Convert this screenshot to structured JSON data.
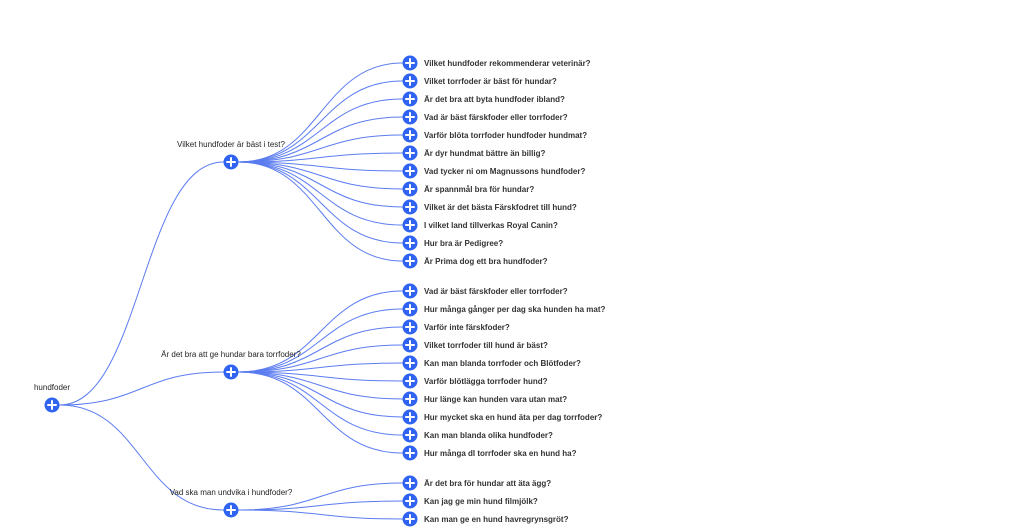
{
  "tree": {
    "root": {
      "label": "hundfoder",
      "icon": "plus-circle-icon",
      "children": [
        {
          "label": "Vilket hundfoder är bäst i test?",
          "children": [
            "Vilket hundfoder rekommenderar veterinär?",
            "Vilket torrfoder är bäst för hundar?",
            "Är det bra att byta hundfoder ibland?",
            "Vad är bäst färskfoder eller torrfoder?",
            "Varför blöta torrfoder hundfoder hundmat?",
            "Är dyr hundmat bättre än billig?",
            "Vad tycker ni om Magnussons hundfoder?",
            "Är spannmål bra för hundar?",
            "Vilket är det bästa Färskfodret till hund?",
            "I vilket land tillverkas Royal Canin?",
            "Hur bra är Pedigree?",
            "Är Prima dog ett bra hundfoder?"
          ]
        },
        {
          "label": "Är det bra att ge hundar bara torrfoder?",
          "children": [
            "Vad är bäst färskfoder eller torrfoder?",
            "Hur många gånger per dag ska hunden ha mat?",
            "Varför inte färskfoder?",
            "Vilket torrfoder till hund är bäst?",
            "Kan man blanda torrfoder och Blötfoder?",
            "Varför blötlägga torrfoder hund?",
            "Hur länge kan hunden vara utan mat?",
            "Hur mycket ska en hund äta per dag torrfoder?",
            "Kan man blanda olika hundfoder?",
            "Hur många dl torrfoder ska en hund ha?"
          ]
        },
        {
          "label": "Vad ska man undvika i hundfoder?",
          "children": [
            "Är det bra för hundar att äta ägg?",
            "Kan jag ge min hund filmjölk?",
            "Kan man ge en hund havregrynsgröt?"
          ]
        }
      ]
    },
    "colors": {
      "link": "#5b7cf0",
      "node": "#2f63f0",
      "plus": "#ffffff"
    }
  }
}
